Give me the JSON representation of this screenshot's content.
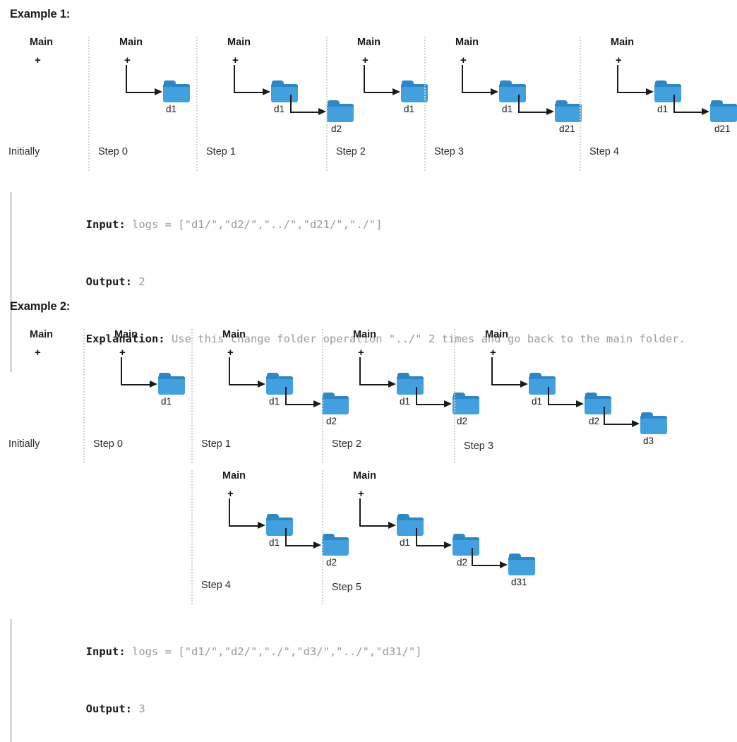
{
  "examples": [
    {
      "heading": "Example 1:",
      "rows": [
        {
          "panels": [
            {
              "title": "Main",
              "plus": "+",
              "caption": "Initially",
              "folders": []
            },
            {
              "title": "Main",
              "plus": "+",
              "caption": "Step 0",
              "folders": [
                "d1"
              ]
            },
            {
              "title": "Main",
              "plus": "+",
              "caption": "Step 1",
              "folders": [
                "d1",
                "d2"
              ]
            },
            {
              "title": "Main",
              "plus": "+",
              "caption": "Step 2",
              "folders": [
                "d1"
              ]
            },
            {
              "title": "Main",
              "plus": "+",
              "caption": "Step 3",
              "folders": [
                "d1",
                "d21"
              ]
            },
            {
              "title": "Main",
              "plus": "+",
              "caption": "Step 4",
              "folders": [
                "d1",
                "d21"
              ]
            }
          ]
        }
      ],
      "code": {
        "lines": [
          {
            "label": "Input:",
            "text": " logs = [\"d1/\",\"d2/\",\"../\",\"d21/\",\"./\"]"
          },
          {
            "label": "Output:",
            "text": " 2"
          },
          {
            "label": "Explanation:",
            "text": " Use this change folder operation \"../\" 2 times and go back to the main folder."
          }
        ]
      }
    },
    {
      "heading": "Example 2:",
      "rows": [
        {
          "panels": [
            {
              "title": "Main",
              "plus": "+",
              "caption": "Initially",
              "folders": []
            },
            {
              "title": "Main",
              "plus": "+",
              "caption": "Step 0",
              "folders": [
                "d1"
              ]
            },
            {
              "title": "Main",
              "plus": "+",
              "caption": "Step 1",
              "folders": [
                "d1",
                "d2"
              ]
            },
            {
              "title": "Main",
              "plus": "+",
              "caption": "Step 2",
              "folders": [
                "d1",
                "d2"
              ]
            },
            {
              "title": "Main",
              "plus": "+",
              "caption": "Step 3",
              "folders": [
                "d1",
                "d2",
                "d3"
              ]
            }
          ]
        },
        {
          "panels": [
            {
              "title": "Main",
              "plus": "+",
              "caption": "Step 4",
              "folders": [
                "d1",
                "d2"
              ]
            },
            {
              "title": "Main",
              "plus": "+",
              "caption": "Step 5",
              "folders": [
                "d1",
                "d2",
                "d31"
              ]
            }
          ]
        }
      ],
      "code": {
        "lines": [
          {
            "label": "Input:",
            "text": " logs = [\"d1/\",\"d2/\",\"./\",\"d3/\",\"../\",\"d31/\"]"
          },
          {
            "label": "Output:",
            "text": " 3"
          }
        ]
      }
    }
  ],
  "colors": {
    "folder_body": "#41a0dd",
    "folder_tab": "#2e87c4",
    "connector": "#1a1a1a",
    "divider": "#d2d2d2",
    "code_border": "#d8d8d8",
    "code_text": "#9a9a9a"
  }
}
